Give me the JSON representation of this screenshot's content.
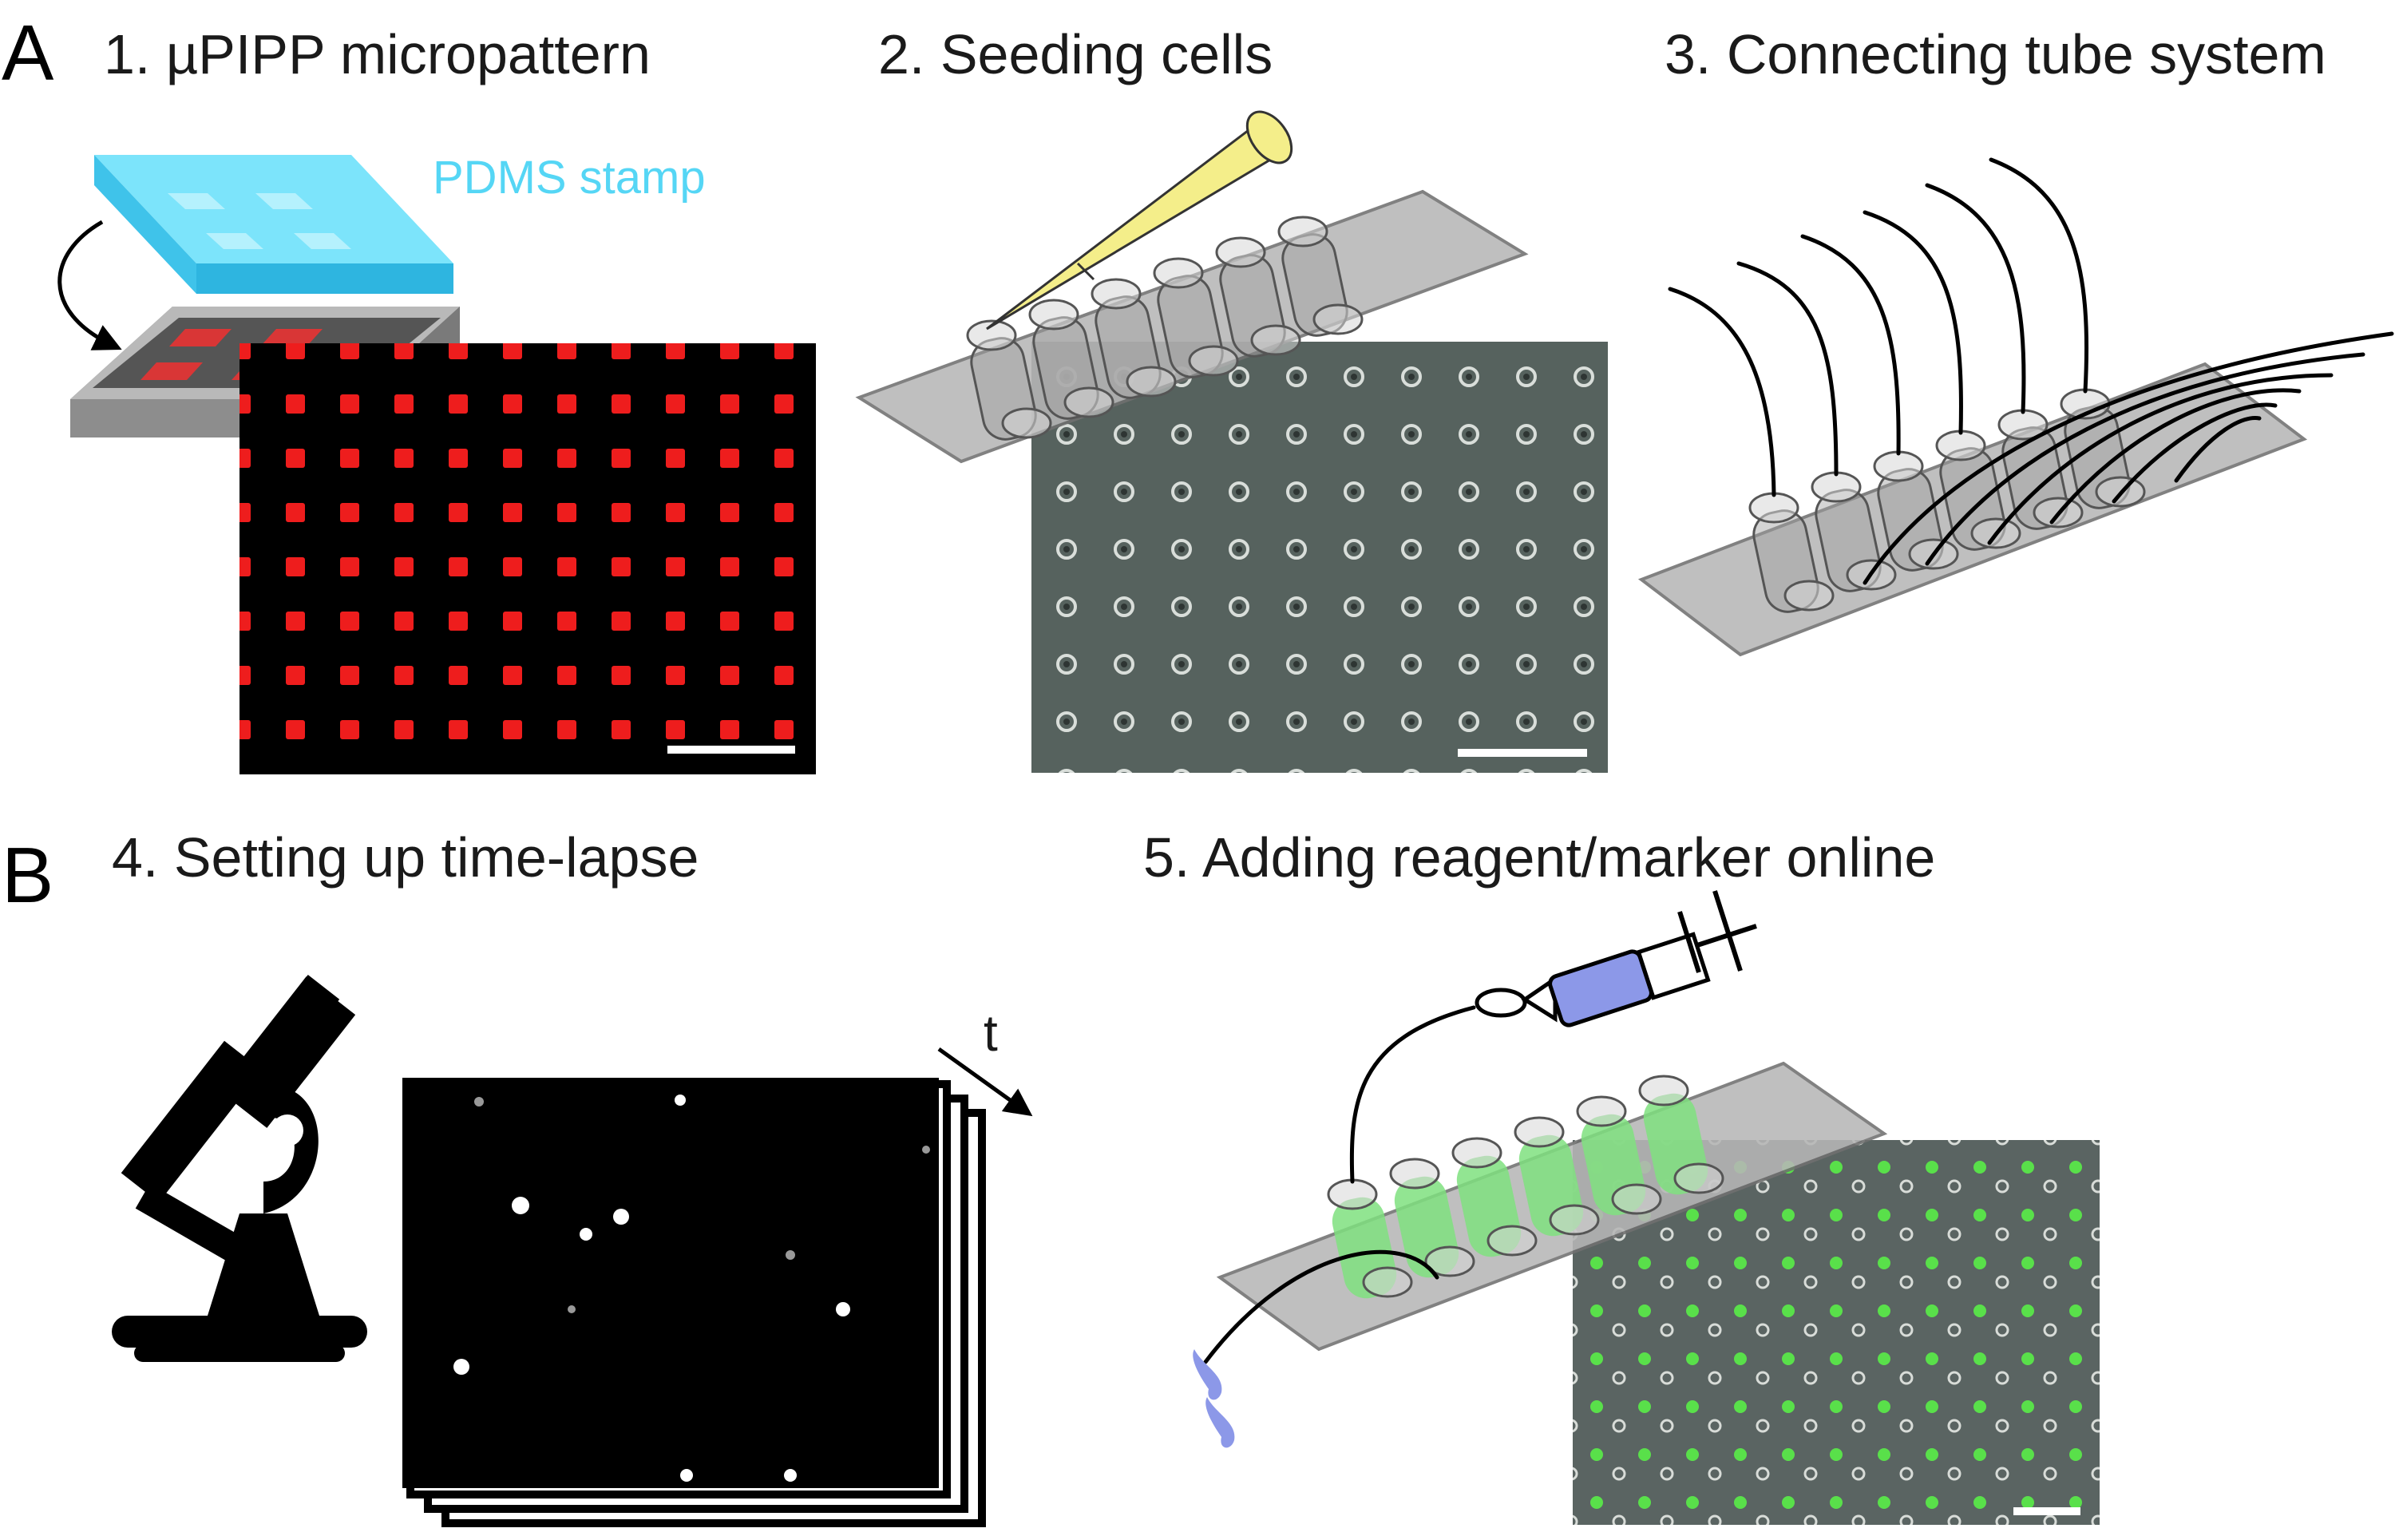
{
  "panels": {
    "a": {
      "letter": "A",
      "steps": [
        {
          "title": "1. µPIPP micropattern",
          "label": "PDMS stamp"
        },
        {
          "title": "2. Seeding cells"
        },
        {
          "title": "3. Connecting tube system"
        }
      ]
    },
    "b": {
      "letter": "B",
      "steps": [
        {
          "title": "4. Setting up time-lapse",
          "axis_label": "t"
        },
        {
          "title": "5. Adding reagent/marker online"
        }
      ]
    }
  },
  "colors": {
    "stamp": "#55d6f5",
    "pattern_red": "#ee1d1d",
    "pipette": "#f4ee8a",
    "reagent_blue": "#8c98e8",
    "channel_green": "#7fe07f",
    "phase_bg": "#56625e"
  },
  "icons": [
    "microscope-icon",
    "syringe-icon",
    "pipette-icon",
    "drop-icon",
    "curved-arrow-icon"
  ]
}
